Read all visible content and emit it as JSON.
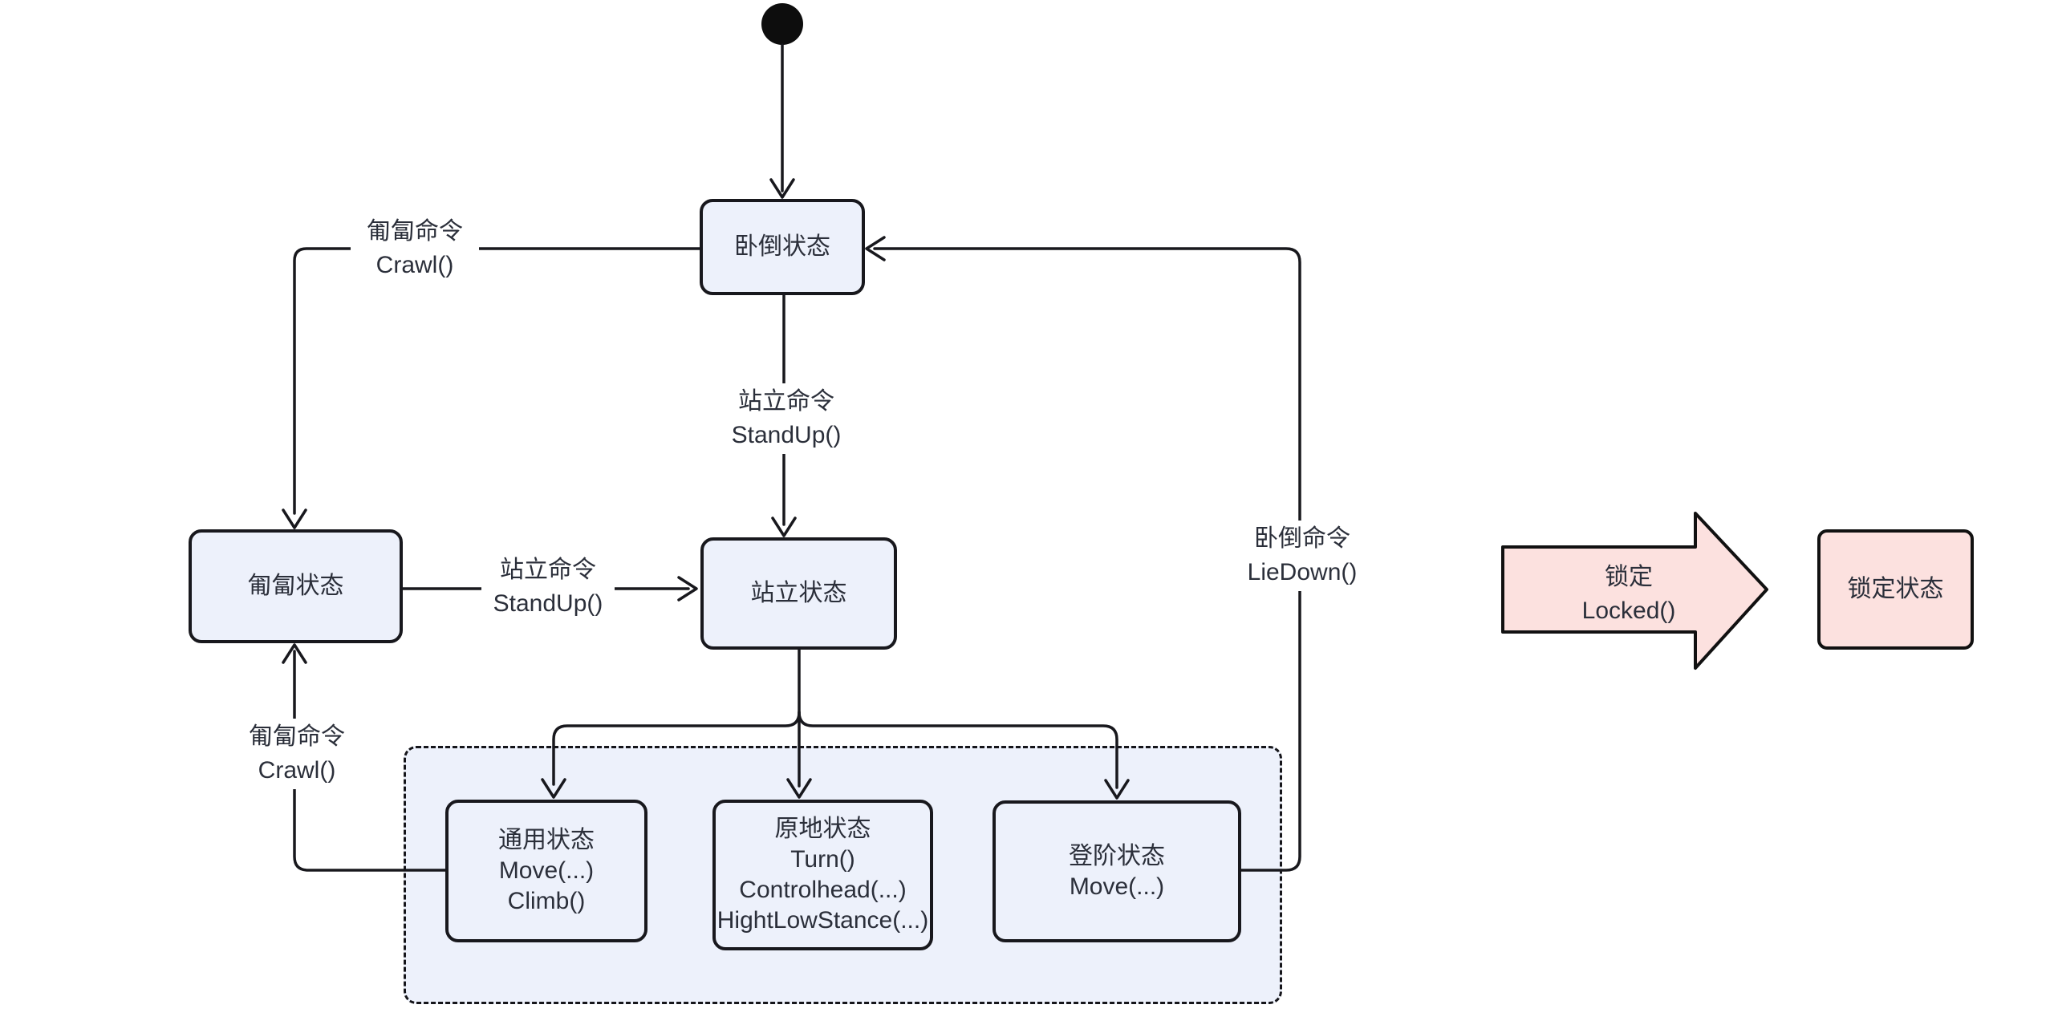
{
  "diagram": {
    "type": "state-machine",
    "background": "#ffffff",
    "colors": {
      "node_fill": "#edf1fb",
      "node_border": "#18181d",
      "line": "#18181d",
      "text": "#2b2f3a",
      "locked_fill": "#fce1df",
      "locked_border": "#111111"
    },
    "states": {
      "liedown": {
        "label": "卧倒状态"
      },
      "crawl": {
        "label": "匍匐状态"
      },
      "stand": {
        "label": "站立状态"
      },
      "locked": {
        "label": "锁定状态"
      }
    },
    "composite": {
      "general": {
        "lines": [
          "通用状态",
          "Move(...)",
          "Climb()"
        ]
      },
      "in_place": {
        "lines": [
          "原地状态",
          "Turn()",
          "Controlhead(...)",
          "HightLowStance(...)"
        ]
      },
      "stair": {
        "lines": [
          "登阶状态",
          "Move(...)"
        ]
      }
    },
    "transitions": {
      "crawl_from_liedown": {
        "line1": "匍匐命令",
        "line2": "Crawl()"
      },
      "standup_from_liedown": {
        "line1": "站立命令",
        "line2": "StandUp()"
      },
      "standup_from_crawl": {
        "line1": "站立命令",
        "line2": "StandUp()"
      },
      "liedown_from_stair": {
        "line1": "卧倒命令",
        "line2": "LieDown()"
      },
      "crawl_from_general": {
        "line1": "匍匐命令",
        "line2": "Crawl()"
      },
      "locked_transition": {
        "line1": "锁定",
        "line2": "Locked()"
      }
    }
  }
}
